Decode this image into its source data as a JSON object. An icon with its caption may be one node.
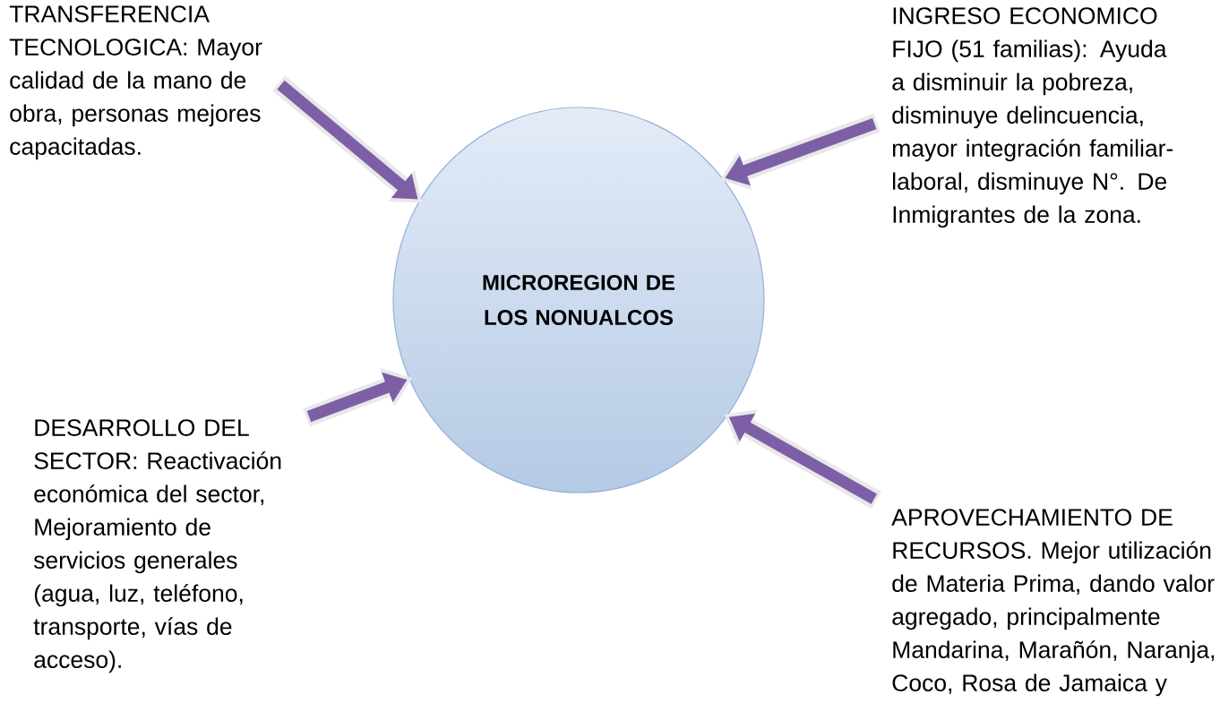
{
  "diagram": {
    "nodes": [
      {
        "text": [
          "MICROREGION DE LOS NONUALCOS"
        ]
      },
      {
        "text": [
          "TRANSFERENCIA TECNOLOGICA: Mayor calidad de la mano de obra, personas mejores capacitadas."
        ]
      },
      {
        "text": [
          "INGRESO ECONOMICO FIJO (51 familias): Ayuda a disminuir la pobreza, disminuye delincuencia, mayor integración familiar-laboral, disminuye N°.  De Inmigrantes de la zona."
        ]
      },
      {
        "text": [
          "DESARROLLO DEL SECTOR: Reactivación económica del sector, Mejoramiento de servicios generales (agua, luz, teléfono, transporte, vías de acceso)."
        ]
      },
      {
        "text": [
          "APROVECHAMIENTO DE RECURSOS. Mejor utilización de Materia Prima,  dando valor agregado, principalmente Mandarina, Marañón, Naranja, Coco, Rosa de Jamaica y"
        ]
      }
    ],
    "edges": [
      {
        "from": 1,
        "to": 0,
        "arrow": "to"
      },
      {
        "from": 2,
        "to": 0,
        "arrow": "to"
      },
      {
        "from": 3,
        "to": 0,
        "arrow": "to"
      },
      {
        "from": 4,
        "to": 0,
        "arrow": "to"
      }
    ]
  }
}
